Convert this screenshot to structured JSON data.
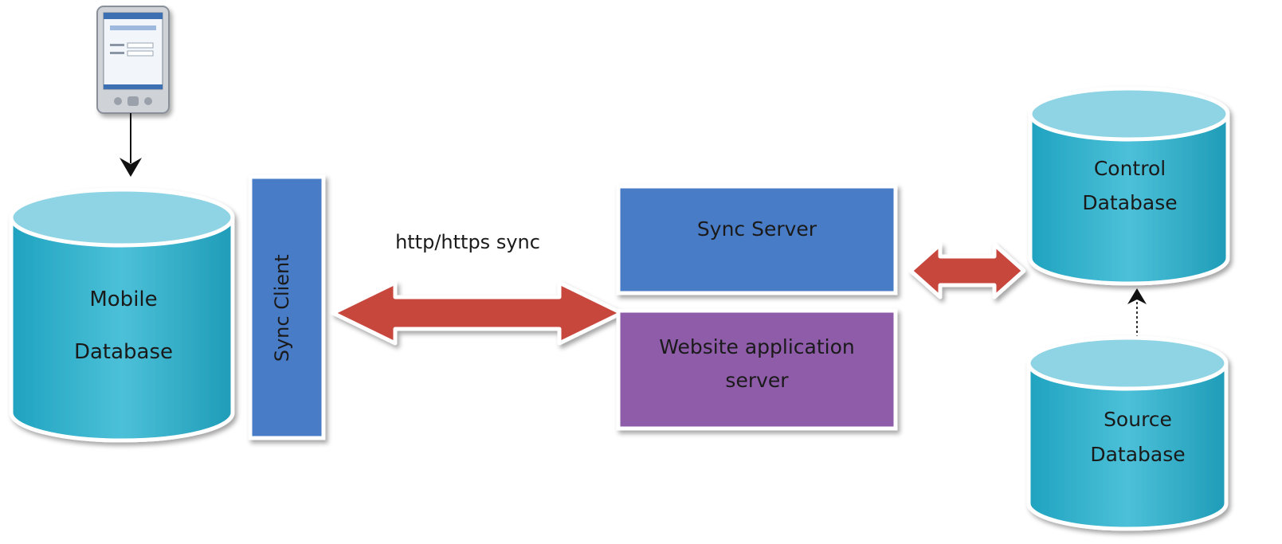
{
  "diagram": {
    "mobile_db": {
      "line1": "Mobile",
      "line2": "Database"
    },
    "sync_client": {
      "label": "Sync Client"
    },
    "http_label": "http/https sync",
    "sync_server": {
      "label": "Sync Server"
    },
    "web_server": {
      "line1": "Website application",
      "line2": "server"
    },
    "control_db": {
      "line1": "Control",
      "line2": "Database"
    },
    "source_db": {
      "line1": "Source",
      "line2": "Database"
    }
  },
  "colors": {
    "cylinder": "#3fb6cf",
    "cylinder_top": "#8ed4e4",
    "sync_blue": "#4a7cc6",
    "web_purple": "#8e5ba8",
    "arrow_red": "#c8463e"
  }
}
